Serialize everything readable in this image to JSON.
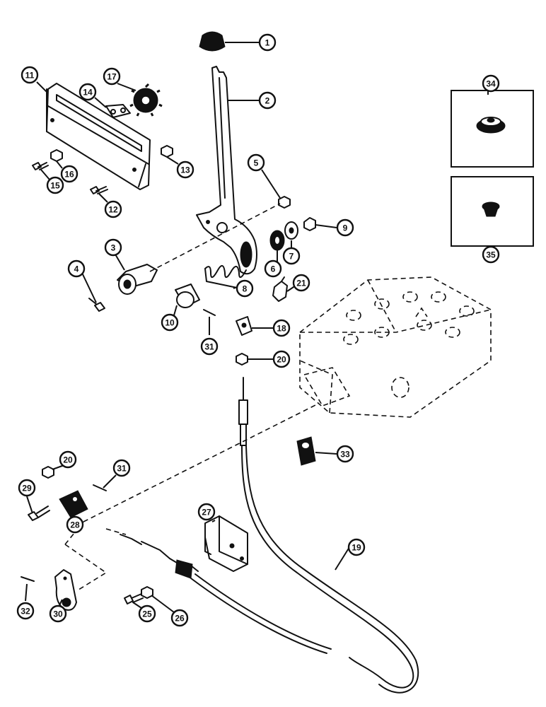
{
  "callouts": [
    {
      "id": "c1",
      "label": "1"
    },
    {
      "id": "c2",
      "label": "2"
    },
    {
      "id": "c3",
      "label": "3"
    },
    {
      "id": "c4",
      "label": "4"
    },
    {
      "id": "c5",
      "label": "5"
    },
    {
      "id": "c6",
      "label": "6"
    },
    {
      "id": "c7",
      "label": "7"
    },
    {
      "id": "c8",
      "label": "8"
    },
    {
      "id": "c9",
      "label": "9"
    },
    {
      "id": "c10",
      "label": "10"
    },
    {
      "id": "c11",
      "label": "11"
    },
    {
      "id": "c12",
      "label": "12"
    },
    {
      "id": "c13",
      "label": "13"
    },
    {
      "id": "c14",
      "label": "14"
    },
    {
      "id": "c15",
      "label": "15"
    },
    {
      "id": "c16",
      "label": "16"
    },
    {
      "id": "c17",
      "label": "17"
    },
    {
      "id": "c18",
      "label": "18"
    },
    {
      "id": "c19",
      "label": "19"
    },
    {
      "id": "c20a",
      "label": "20"
    },
    {
      "id": "c20b",
      "label": "20"
    },
    {
      "id": "c21",
      "label": "21"
    },
    {
      "id": "c25",
      "label": "25"
    },
    {
      "id": "c26",
      "label": "26"
    },
    {
      "id": "c27",
      "label": "27"
    },
    {
      "id": "c28",
      "label": "28"
    },
    {
      "id": "c29",
      "label": "29"
    },
    {
      "id": "c30",
      "label": "30"
    },
    {
      "id": "c31a",
      "label": "31"
    },
    {
      "id": "c31b",
      "label": "31"
    },
    {
      "id": "c32",
      "label": "32"
    },
    {
      "id": "c33",
      "label": "33"
    },
    {
      "id": "c34",
      "label": "34"
    },
    {
      "id": "c35",
      "label": "35"
    }
  ]
}
